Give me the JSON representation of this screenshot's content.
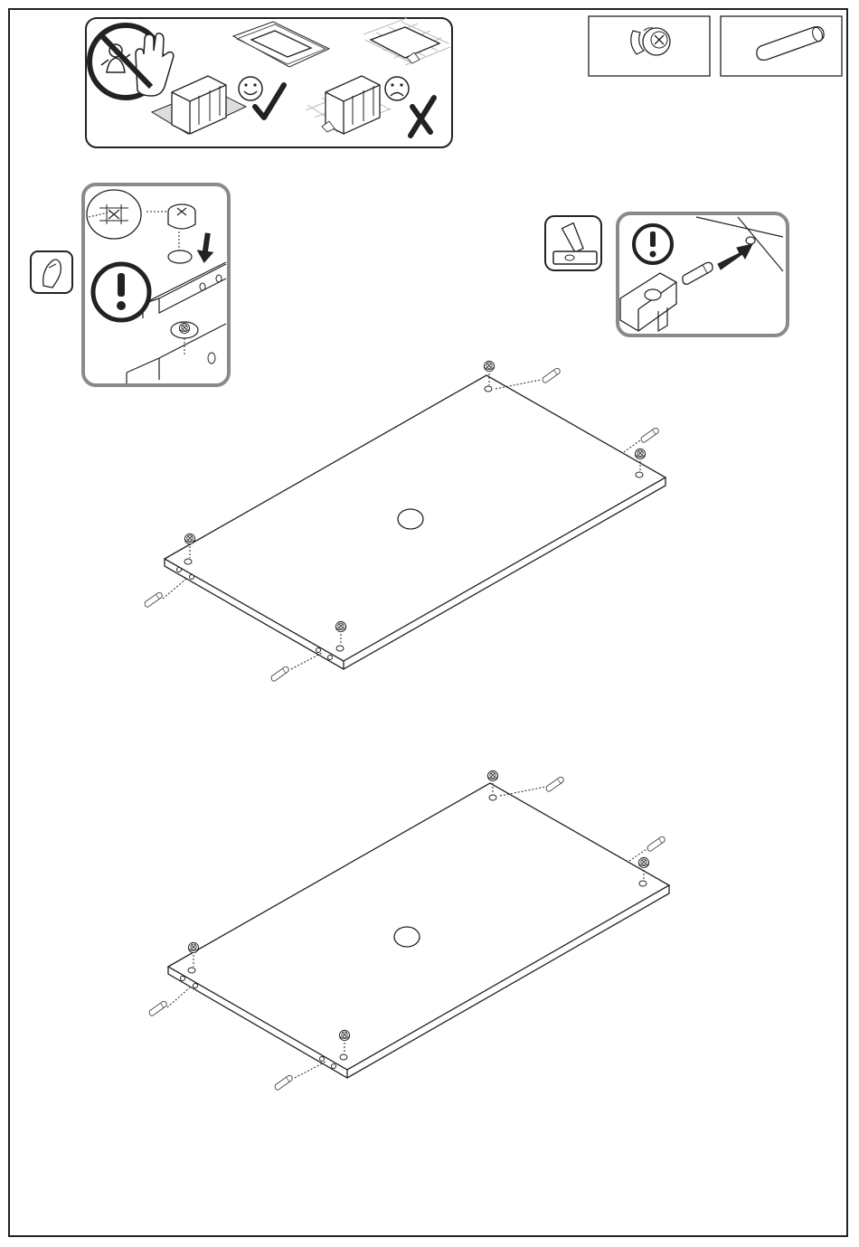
{
  "document": {
    "type": "assembly-instruction-page",
    "colors": {
      "line": "#222222",
      "panel_fill": "#ffffff",
      "callout_border": "#8a8a8a",
      "grid": "#bbbbbb"
    }
  },
  "protection_panel": {
    "icons": [
      "no-children-icon",
      "stop-hand-icon",
      "happy-face-icon",
      "checkmark-icon",
      "sad-face-icon",
      "cross-icon"
    ]
  },
  "parts": [
    {
      "name": "cam-lock",
      "icon": "cam-lock-icon",
      "label": ""
    },
    {
      "name": "wooden-dowel",
      "icon": "dowel-icon",
      "label": ""
    }
  ],
  "callouts": {
    "cam_lock_detail": {
      "icons": [
        "screwdriver-hand-icon",
        "cam-lock-insert-icon",
        "warning-icon",
        "down-arrow-icon"
      ]
    },
    "dowel_detail": {
      "icons": [
        "hammer-icon",
        "warning-icon",
        "insert-arrow-icon"
      ]
    }
  },
  "boards": [
    {
      "name": "board-1",
      "part_number": "",
      "cam_locks": 4,
      "dowels": 4
    },
    {
      "name": "board-2",
      "part_number": "",
      "cam_locks": 4,
      "dowels": 4
    }
  ]
}
